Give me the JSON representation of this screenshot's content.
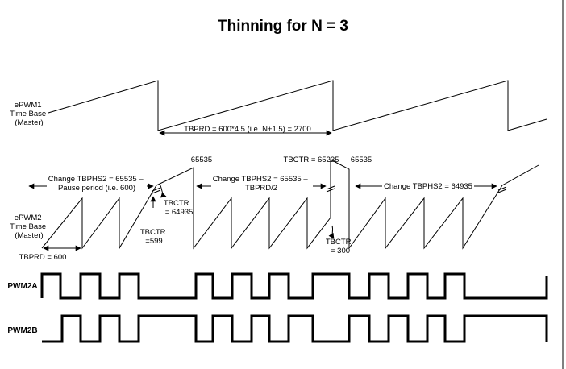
{
  "title": "Thinning for N = 3",
  "epwm1_label": [
    "ePWM1",
    "Time Base",
    "(Master)"
  ],
  "epwm2_label": [
    "ePWM2",
    "Time Base",
    "(Master)"
  ],
  "pwm2a_label": "PWM2A",
  "pwm2b_label": "PWM2B",
  "tbprd_master": "TBPRD = 600*4.5 (i.e. N+1.5) = 2700",
  "tbprd_slave": "TBPRD = 600",
  "annotations": {
    "change1": [
      "Change TBPHS2 = 65535 –",
      "Pause period (i.e. 600)"
    ],
    "change2": [
      "Change TBPHS2 = 65535 –",
      "TBPRD/2"
    ],
    "change3": "Change TBPHS2 = 64935",
    "max1": "65535",
    "max2": "65535",
    "tbctr_65235": "TBCTR = 65235",
    "tbctr_64935": [
      "TBCTR",
      "= 64935"
    ],
    "tbctr_599": [
      "TBCTR",
      "=599"
    ],
    "tbctr_300": [
      "TBCTR",
      "= 300"
    ]
  }
}
